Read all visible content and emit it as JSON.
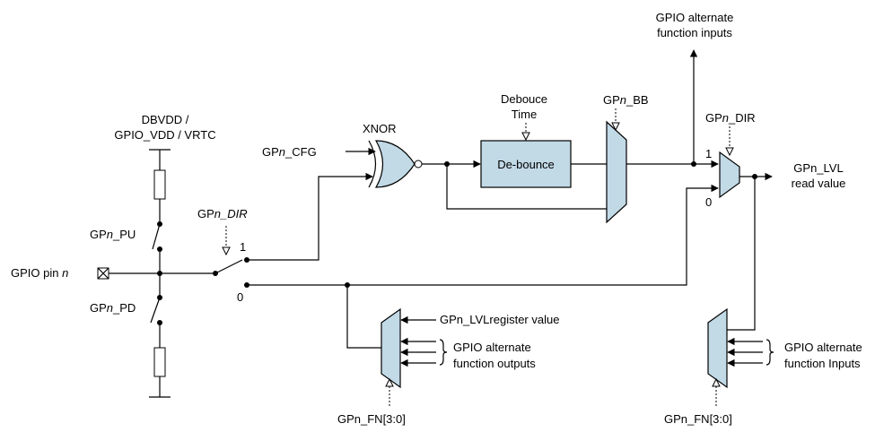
{
  "labels": {
    "alt_in_top": [
      "GPIO alternate",
      "function inputs"
    ],
    "debounce_time": [
      "Debouce",
      "Time"
    ],
    "gpn_bb": [
      "GP",
      "n",
      "_BB"
    ],
    "gpn_dir_top": [
      "GP",
      "n",
      "_DIR"
    ],
    "lvl_read": [
      "GPn_LVL",
      "read value"
    ],
    "supply": [
      "DBVDD /",
      "GPIO_VDD / VRTC"
    ],
    "xnor": "XNOR",
    "gpn_cfg": [
      "GP",
      "n",
      "_CFG"
    ],
    "debounce": "De-bounce",
    "gpn_dir_left": [
      "GP",
      "n_DIR"
    ],
    "gpn_pu": [
      "GP",
      "n",
      "_PU"
    ],
    "gpn_pd": [
      "GP",
      "n",
      "_PD"
    ],
    "pin": [
      "GPIO pin ",
      "n"
    ],
    "sw_1": "1",
    "sw_0": "0",
    "mux_1": "1",
    "mux_0": "0",
    "lvl_reg": "GPn_LVLregister value",
    "alt_out": [
      "GPIO alternate",
      "function outputs"
    ],
    "alt_in_right": [
      "GPIO alternate",
      "function Inputs"
    ],
    "fn_left": "GPn_FN[3:0]",
    "fn_right": "GPn_FN[3:0]"
  }
}
